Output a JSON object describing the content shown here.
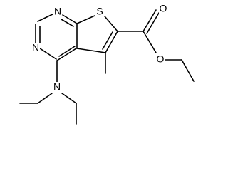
{
  "molecule": {
    "atoms": {
      "n1": "N",
      "n3": "N",
      "s7": "S",
      "o_carbonyl": "O",
      "o_ester": "O",
      "n_amine": "N"
    }
  },
  "colors": {
    "bond": "#000000",
    "label": "#000000",
    "background": "#ffffff"
  }
}
